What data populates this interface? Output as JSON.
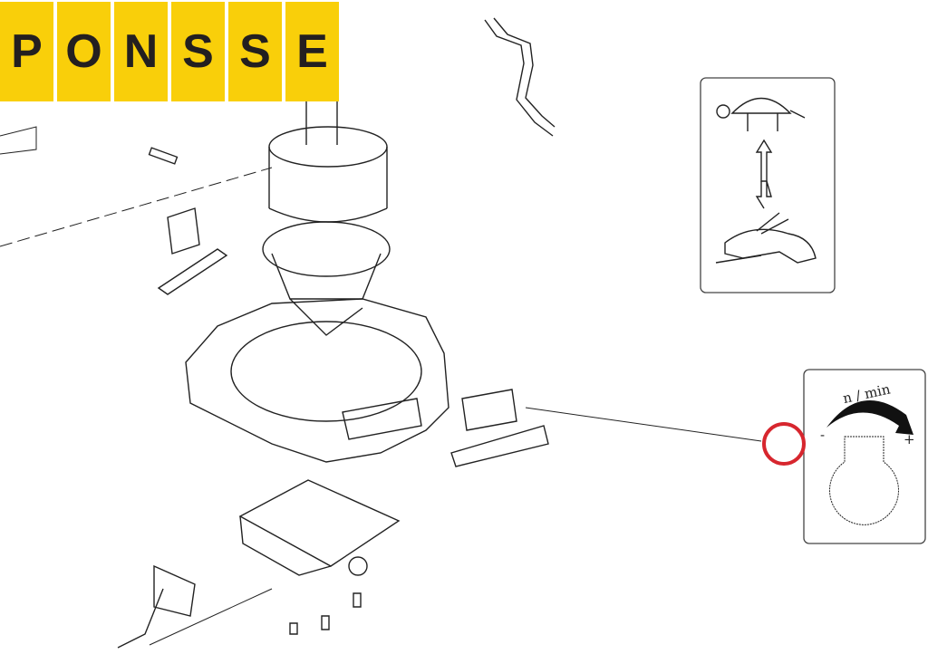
{
  "logo": {
    "letters": [
      "P",
      "O",
      "N",
      "S",
      "S",
      "E"
    ],
    "color": "#f9cf0a",
    "text_color": "#231f20"
  },
  "speed_panel": {
    "label": "n / min",
    "minus": "-",
    "plus": "+"
  },
  "turtle_rabbit_panel": {
    "slow_icon": "turtle-icon",
    "fast_icon": "rabbit-icon"
  },
  "highlight": {
    "color": "#d7262e"
  }
}
